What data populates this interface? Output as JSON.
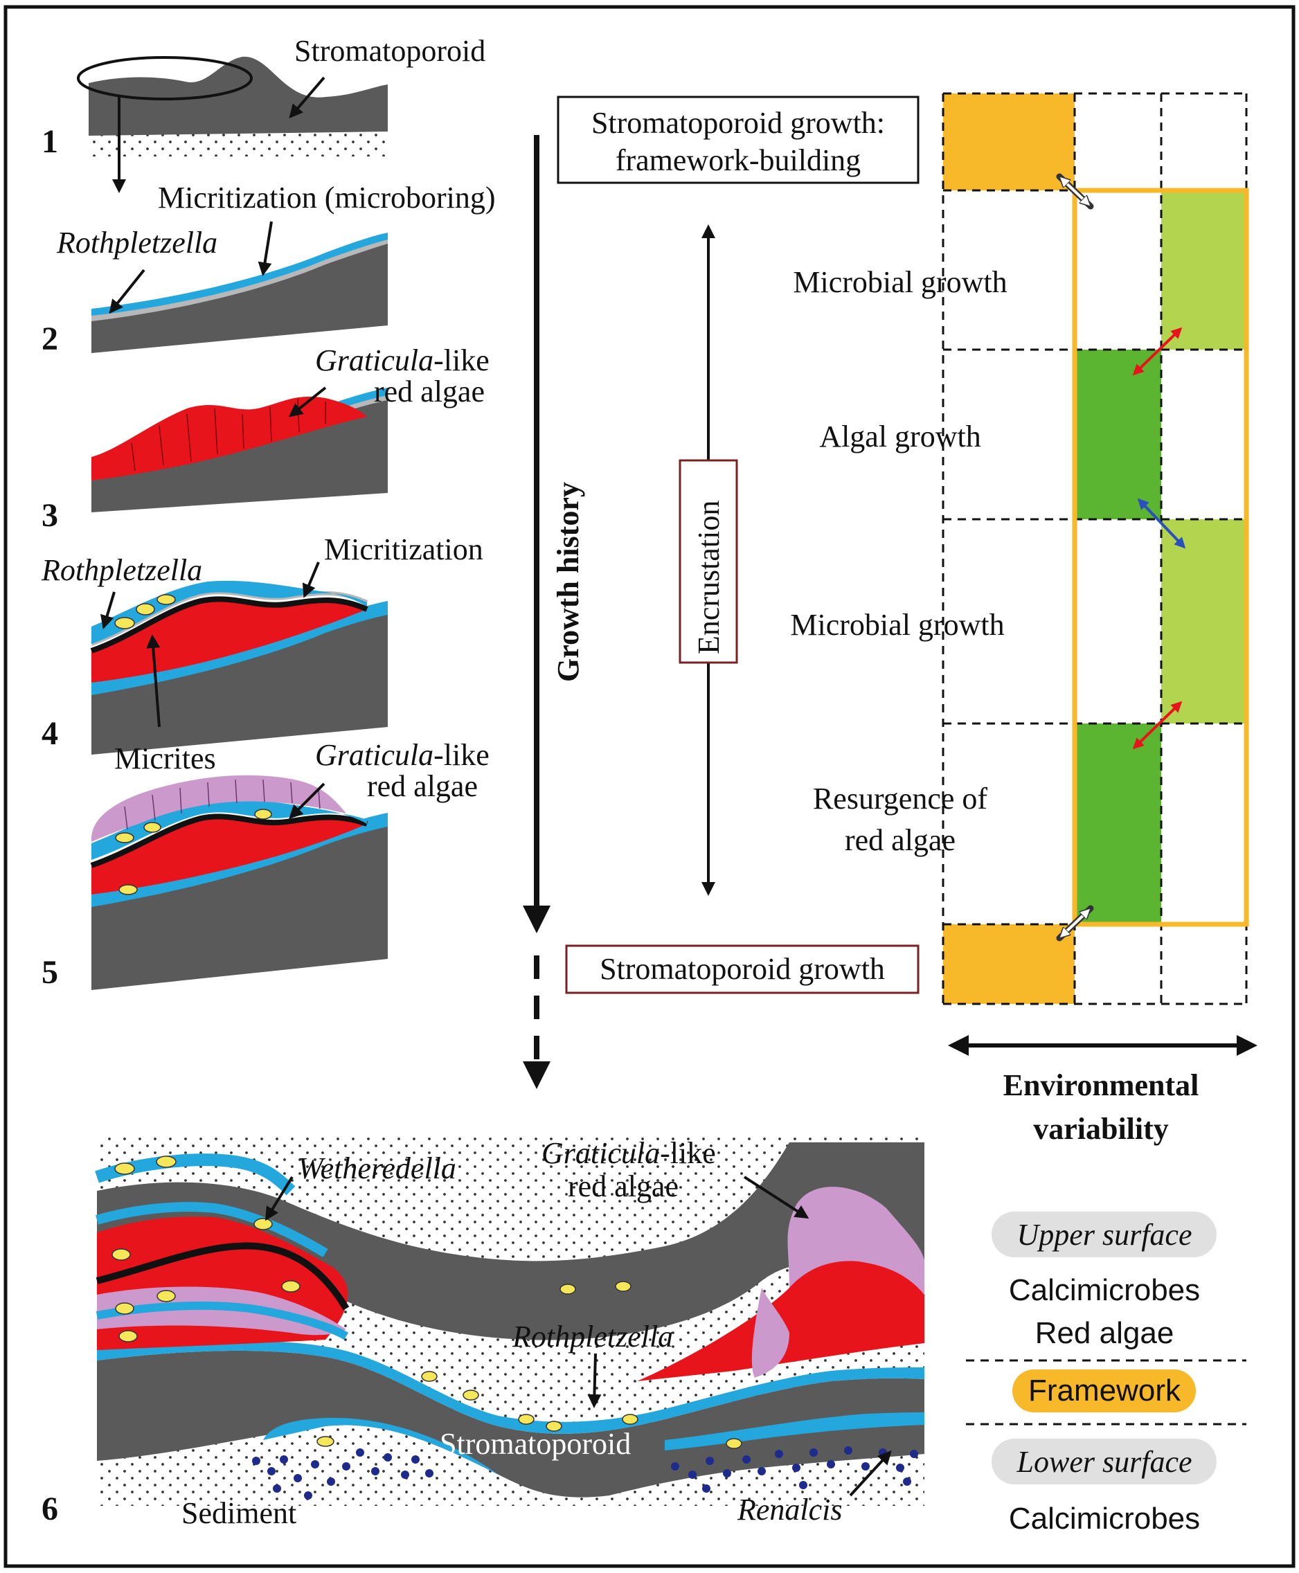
{
  "panels": {
    "p1": {
      "number": "1",
      "stromatoporoid": "Stromatoporoid"
    },
    "p2": {
      "number": "2",
      "micritization": "Micritization (microboring)",
      "rothpletzella": "Rothpletzella"
    },
    "p3": {
      "number": "3",
      "graticula_italic": "Graticula",
      "graticula_suffix": "-like",
      "red_algae": "red algae"
    },
    "p4": {
      "number": "4",
      "rothpletzella": "Rothpletzella",
      "micritization": "Micritization",
      "micrites": "Micrites"
    },
    "p5": {
      "number": "5",
      "graticula_italic": "Graticula",
      "graticula_suffix": "-like",
      "red_algae": "red algae"
    },
    "p6": {
      "number": "6",
      "wetheredella": "Wetheredella",
      "graticula_italic": "Graticula",
      "graticula_suffix": "-like",
      "red_algae": "red algae",
      "rothpletzella": "Rothpletzella",
      "stromatoporoid": "Stromatoporoid",
      "sediment": "Sediment",
      "renalcis": "Renalcis"
    }
  },
  "timeline": {
    "growth_history": "Growth history",
    "encrustation": "Encrustation",
    "top_box_line1": "Stromatoporoid growth:",
    "top_box_line2": "framework-building",
    "bottom_box": "Stromatoporoid growth"
  },
  "stages": [
    {
      "label": "Microbial growth"
    },
    {
      "label": "Algal growth"
    },
    {
      "label": "Microbial growth"
    },
    {
      "label_line1": "Resurgence of",
      "label_line2": "red algae"
    }
  ],
  "environment": {
    "label_line1": "Environmental",
    "label_line2": "variability"
  },
  "legend": {
    "upper_surface": "Upper surface",
    "upper_items": [
      "Calcimicrobes",
      "Red algae"
    ],
    "framework": "Framework",
    "lower_surface": "Lower surface",
    "lower_items": [
      "Calcimicrobes"
    ]
  },
  "colors": {
    "stromatoporoid": "#5a5a5a",
    "calcimicrobe": "#23a7dd",
    "red_algae": "#e8141c",
    "graticula_late": "#cc99cc",
    "micrite": "#b8b8b8",
    "framework": "#f7b82a",
    "algae_cell": "#5cb531",
    "microbe_cell": "#b3d44e",
    "wetheredella": "#f5e65a",
    "renalcis": "#1f2b8a"
  }
}
